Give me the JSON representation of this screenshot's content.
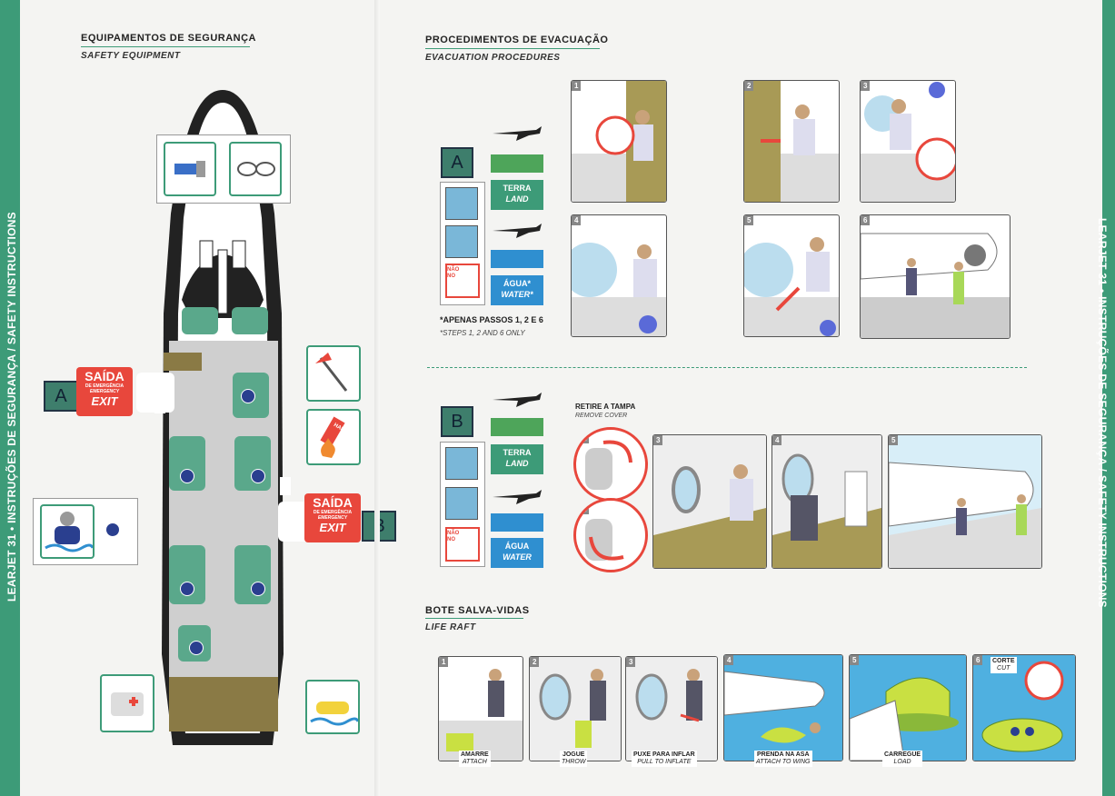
{
  "left": {
    "heading": "EQUIPAMENTOS DE SEGURANÇA",
    "subheading": "SAFETY EQUIPMENT",
    "spine_text": "LEARJET 31 • INSTRUÇÕES DE SEGURANÇA / SAFETY INSTRUCTIONS",
    "exit_a": {
      "letter": "A",
      "title": "SAÍDA",
      "line1": "DE EMERGÊNCIA",
      "line2": "EMERGENCY",
      "line3": "EXIT"
    },
    "exit_b": {
      "letter": "B",
      "title": "SAÍDA",
      "line1": "DE EMERGÊNCIA",
      "line2": "EMERGENCY",
      "line3": "EXIT"
    },
    "halon": "HALON"
  },
  "right": {
    "heading": "PROCEDIMENTOS DE EVACUAÇÃO",
    "subheading": "EVACUATION PROCEDURES",
    "spine_text": "LEARJET 31 • INSTRUÇÕES DE SEGURANÇA / SAFETY INSTRUCTIONS",
    "section_a": {
      "letter": "A",
      "land": "TERRA",
      "land_en": "LAND",
      "water": "ÁGUA*",
      "water_en": "WATER*",
      "no_label": "NÃO NO",
      "note": "*APENAS PASSOS 1, 2 E 6",
      "note_en": "*STEPS 1, 2 AND 6 ONLY",
      "steps": [
        "1",
        "2",
        "3",
        "4",
        "5",
        "6"
      ]
    },
    "section_b": {
      "letter": "B",
      "land": "TERRA",
      "land_en": "LAND",
      "water": "ÁGUA",
      "water_en": "WATER",
      "no_label": "NÃO NO",
      "remove": "RETIRE A TAMPA",
      "remove_en": "REMOVE COVER",
      "steps": [
        "1",
        "2",
        "3",
        "4",
        "5"
      ]
    },
    "raft": {
      "heading": "BOTE SALVA-VIDAS",
      "subheading": "LIFE RAFT",
      "steps": [
        {
          "n": "1",
          "pt": "AMARRE",
          "en": "ATTACH"
        },
        {
          "n": "2",
          "pt": "JOGUE",
          "en": "THROW"
        },
        {
          "n": "3",
          "pt": "PUXE PARA INFLAR",
          "en": "PULL TO INFLATE"
        },
        {
          "n": "4",
          "pt": "PRENDA NA ASA",
          "en": "ATTACH TO WING"
        },
        {
          "n": "5",
          "pt": "CARREGUE",
          "en": "LOAD"
        },
        {
          "n": "6",
          "pt": "CORTE",
          "en": "CUT"
        }
      ]
    }
  },
  "colors": {
    "green": "#3d9b78",
    "red": "#e8473c",
    "blue": "#2f8fd0",
    "cabin": "#cfcfcf",
    "floor": "#8a7a45"
  }
}
